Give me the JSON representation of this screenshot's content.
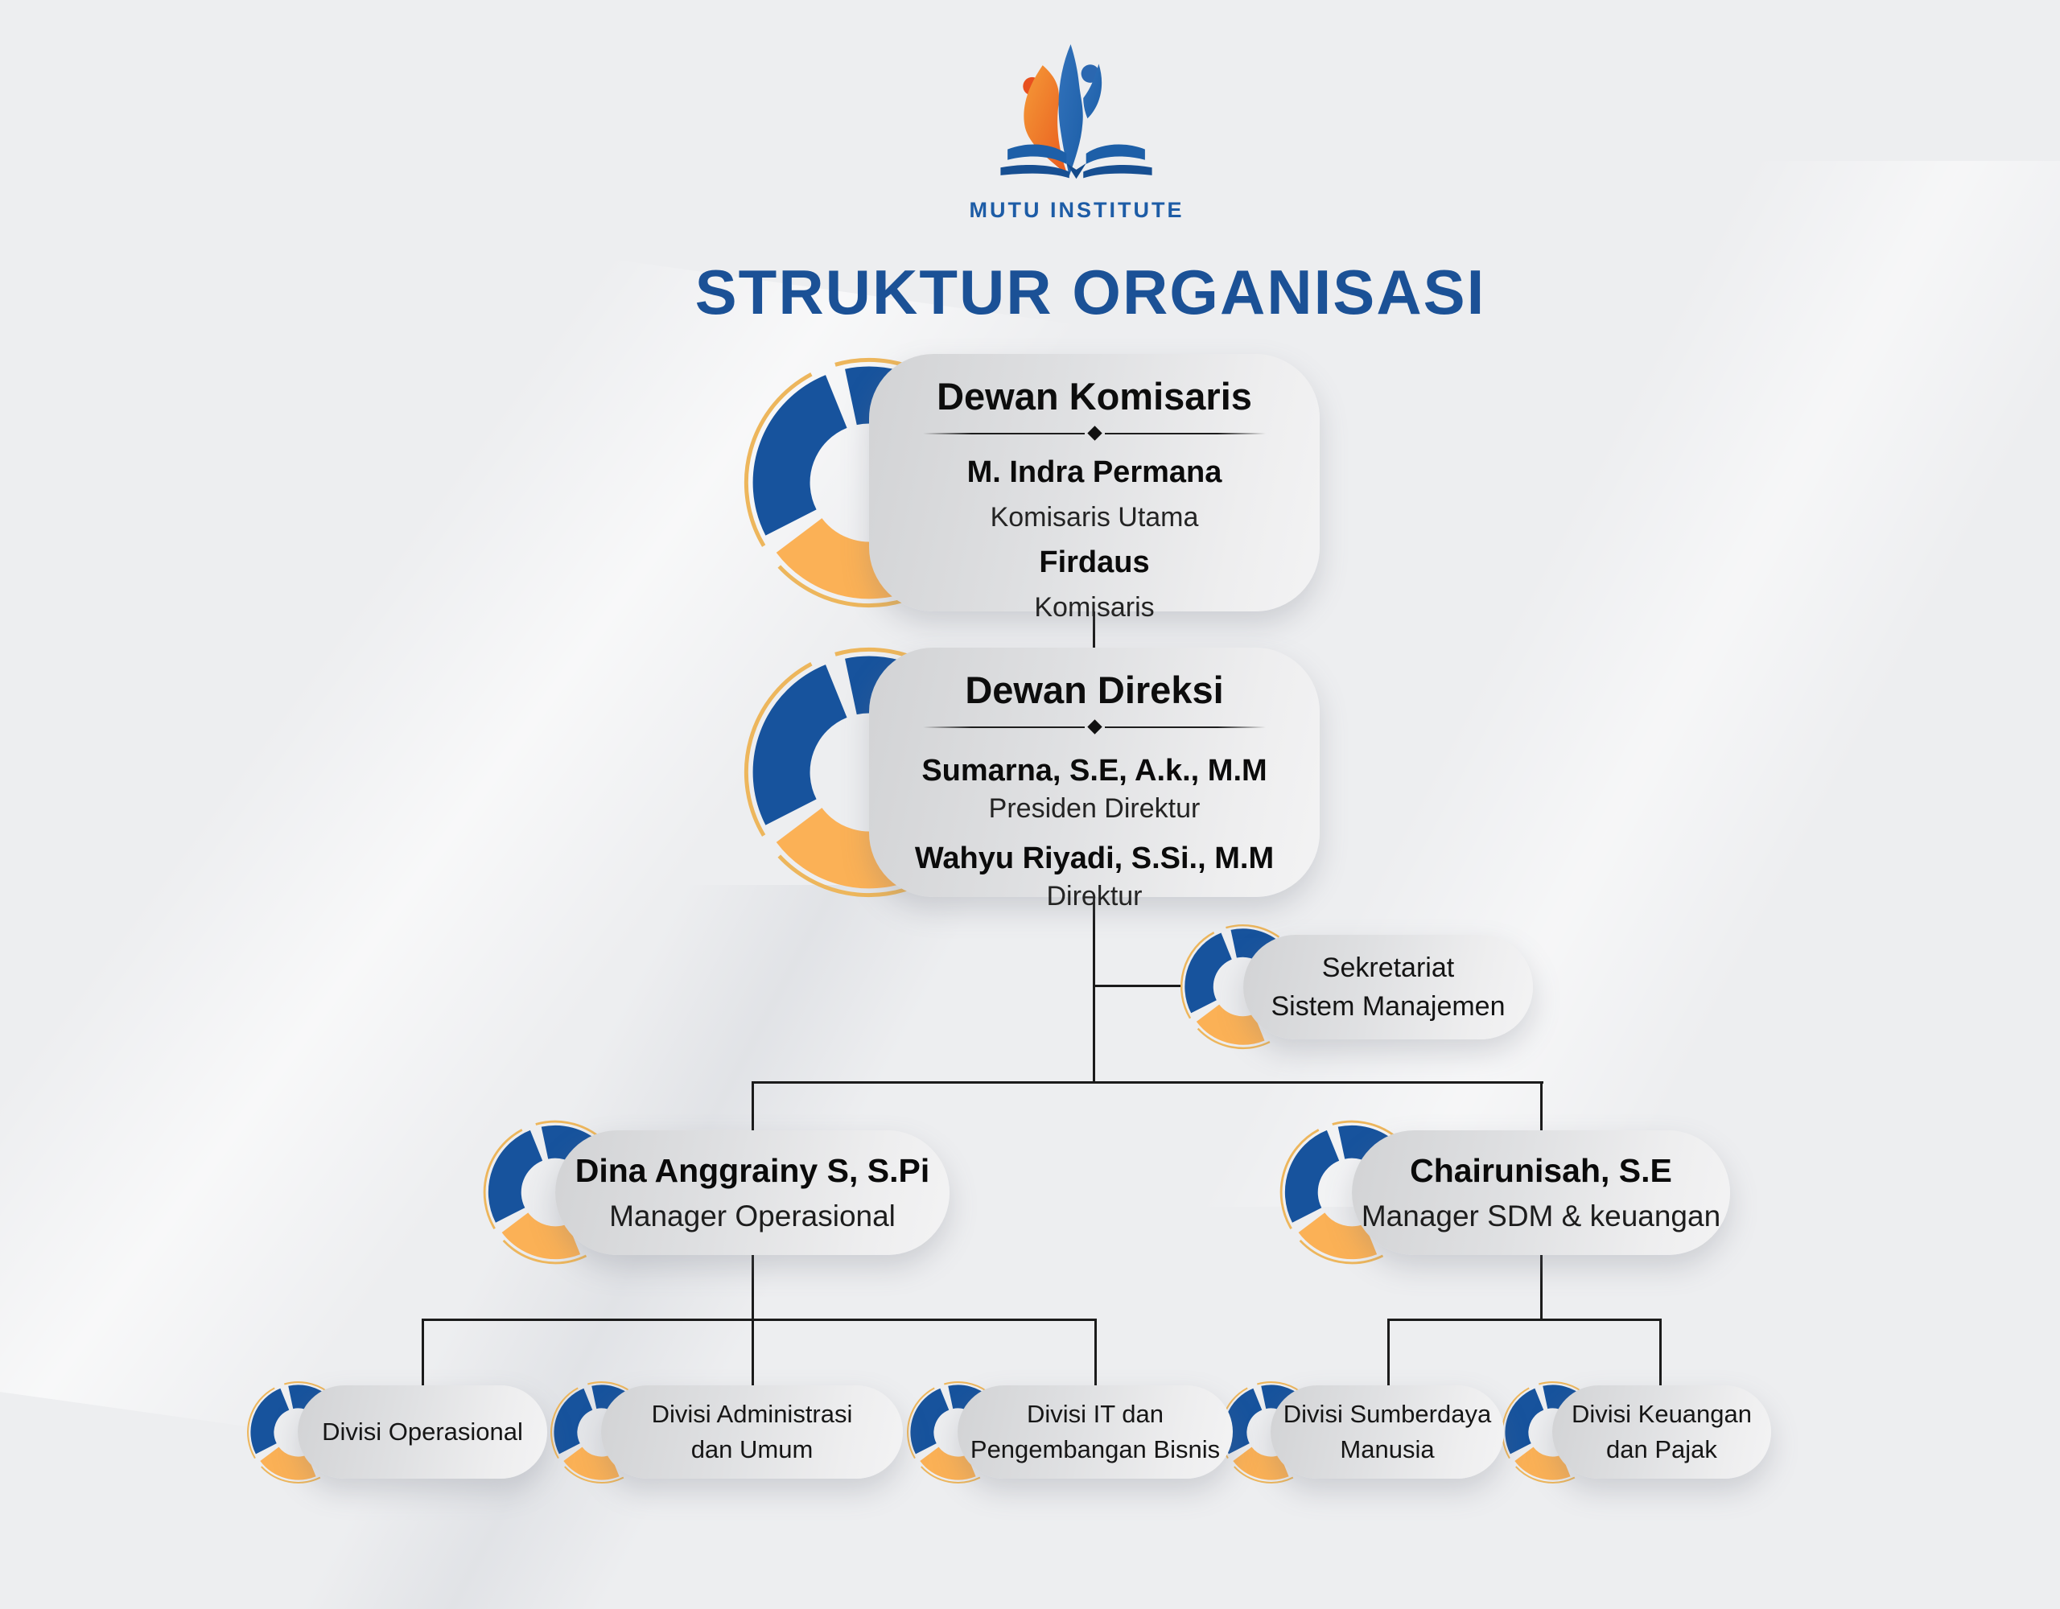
{
  "brand": {
    "name": "MUTU INSTITUTE"
  },
  "page": {
    "title": "STRUKTUR ORGANISASI"
  },
  "colors": {
    "donut_blue": "#17539d",
    "donut_orange": "#fbb156",
    "donut_accent": "#edb65c",
    "title_blue": "#1b5196",
    "logo_blue": "#2563ac",
    "logo_book_blue": "#1d5fa8",
    "logo_orange": "#ee7123",
    "logo_red_orange": "#e8501f",
    "connector": "#1b1b1b"
  },
  "org": {
    "komisaris": {
      "title": "Dewan Komisaris",
      "members": [
        {
          "name": "M. Indra Permana",
          "role": "Komisaris Utama"
        },
        {
          "name": "Firdaus",
          "role": "Komisaris"
        }
      ]
    },
    "direksi": {
      "title": "Dewan Direksi",
      "members": [
        {
          "name": "Sumarna, S.E, A.k., M.M",
          "role": "Presiden Direktur"
        },
        {
          "name": "Wahyu Riyadi, S.Si., M.M",
          "role": "Direktur"
        }
      ]
    },
    "sekretariat": {
      "lines": [
        "Sekretariat",
        "Sistem Manajemen"
      ]
    },
    "managers": [
      {
        "name": "Dina Anggrainy S, S.Pi",
        "role": "Manager Operasional"
      },
      {
        "name": "Chairunisah, S.E",
        "role": "Manager SDM & keuangan"
      }
    ],
    "divisions": [
      {
        "lines": [
          "Divisi Operasional"
        ]
      },
      {
        "lines": [
          "Divisi Administrasi",
          "dan Umum"
        ]
      },
      {
        "lines": [
          "Divisi IT dan",
          "Pengembangan Bisnis"
        ]
      },
      {
        "lines": [
          "Divisi Sumberdaya",
          "Manusia"
        ]
      },
      {
        "lines": [
          "Divisi Keuangan",
          "dan Pajak"
        ]
      }
    ]
  }
}
